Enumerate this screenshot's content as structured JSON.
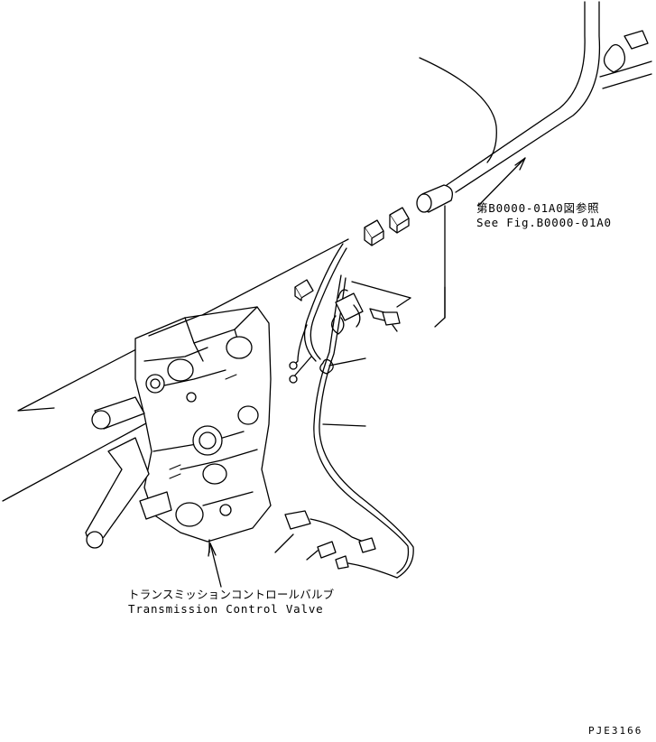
{
  "callouts": {
    "fig_ref_jp": "第B0000-01A0図参照",
    "fig_ref_en": "See Fig.B0000-01A0",
    "valve_jp": "トランスミッションコントロールバルブ",
    "valve_en": "Transmission Control Valve"
  },
  "drawing_code": "PJE3166"
}
